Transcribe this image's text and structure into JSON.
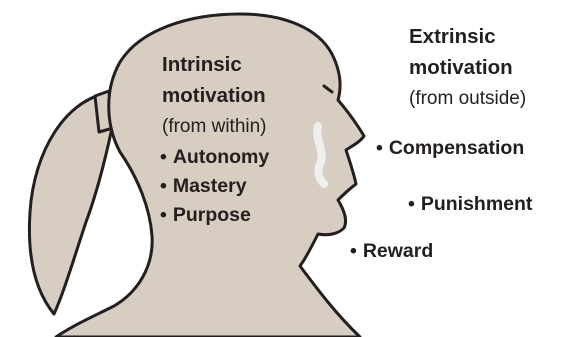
{
  "colors": {
    "head_fill": "#d7cdc0",
    "outline": "#231f20",
    "text": "#231f20",
    "breath": "#eef0ef"
  },
  "intrinsic": {
    "title_line1": "Intrinsic",
    "title_line2": "motivation",
    "subtitle": "(from within)",
    "items": [
      {
        "bullet": "•",
        "label": "Autonomy"
      },
      {
        "bullet": "•",
        "label": "Mastery"
      },
      {
        "bullet": "•",
        "label": "Purpose"
      }
    ]
  },
  "extrinsic": {
    "title_line1": "Extrinsic",
    "title_line2": "motivation",
    "subtitle": "(from outside)",
    "items": [
      {
        "bullet": "•",
        "label": "Compensation"
      },
      {
        "bullet": "•",
        "label": "Punishment"
      },
      {
        "bullet": "•",
        "label": "Reward"
      }
    ]
  }
}
